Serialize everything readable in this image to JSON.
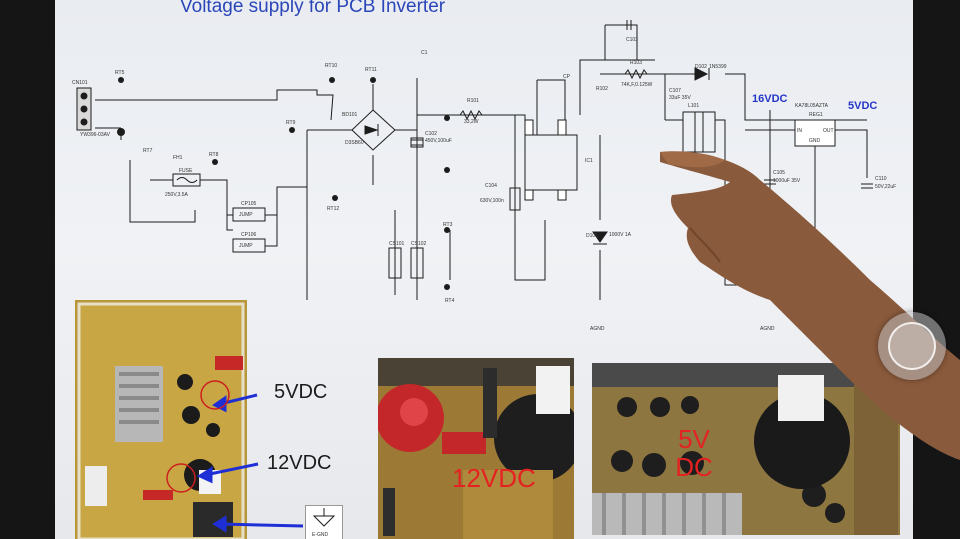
{
  "slide": {
    "title": "Voltage supply for PCB Inverter",
    "rail_labels": {
      "v16": "16VDC",
      "v5": "5VDC"
    }
  },
  "schematic": {
    "labels": {
      "cn101": "CN101",
      "conn_note": "YW396-03AV",
      "tp5": "RT5",
      "tp7": "RT7",
      "tp8": "RT8",
      "tp9": "RT9",
      "tp10": "RT10",
      "tp11": "RT11",
      "tp12": "RT12",
      "tp3": "RT3",
      "tp4": "RT4",
      "fuse": "FUSE",
      "fuse_id": "FH1",
      "fuse_rating": "250V,3.5A",
      "bridge": "BD101",
      "bridge_part": "D3SB60",
      "c102": "C102",
      "c102_val": "450V,100uF",
      "r101": "R101",
      "r101_val": "33,2W",
      "c104": "C104",
      "c104_val": "630V,100n",
      "ic101": "IC1",
      "d101": "D101",
      "d101_val": "1000V 1A",
      "c103": "C103",
      "r102": "R102",
      "d102": "D102",
      "d102_part": "1N5399",
      "r103": "R103",
      "r103_val": "74K,F,0.125W",
      "c107": "C107",
      "c107_val": "33uF 35V",
      "l101": "L101",
      "c105": "C105",
      "c105_val": "1000uF 35V",
      "reg": "REG1",
      "reg_part": "KA78L05AZTA",
      "reg_in": "IN",
      "reg_out": "OUT",
      "reg_gnd": "GND",
      "c110": "C110",
      "c110_val": "50V,22uF",
      "cp105": "CP105",
      "cp106": "CP106",
      "jump": "JUMP",
      "c1": "C1",
      "cp": "CP",
      "cs101": "CS101",
      "cs102": "CS102",
      "agnd1": "AGND",
      "agnd2": "AGND"
    }
  },
  "photos": {
    "left_annotations": {
      "v5": "5VDC",
      "v12": "12VDC",
      "gnd_label": "E-GND"
    },
    "middle_overlay": "12VDC",
    "right_overlay": "5V DC"
  },
  "colors": {
    "title": "#2b46b8",
    "rail_label": "#2436c8",
    "overlay_text": "#e52222",
    "arrow": "#1f2fd6",
    "pcb_board": "#b89a3a"
  }
}
